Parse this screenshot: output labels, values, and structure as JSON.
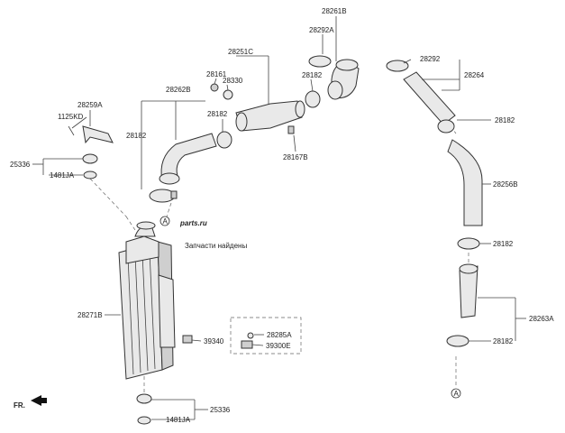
{
  "labels": {
    "p28261B": "28261B",
    "p28292A": "28292A",
    "p28251C": "28251C",
    "p28161": "28161",
    "p28330": "28330",
    "p28182_top": "28182",
    "p28292": "28292",
    "p28264": "28264",
    "p28262B": "28262B",
    "p28259A": "28259A",
    "p1125KD": "1125KD",
    "p28182_mid": "28182",
    "p28182_left": "28182",
    "p28182_right1": "28182",
    "p28167B": "28167B",
    "p25336_top": "25336",
    "p1481JA_top": "1481JA",
    "p28256B": "28256B",
    "p28182_right2": "28182",
    "p28271B": "28271B",
    "p28263A": "28263A",
    "p28182_right3": "28182",
    "p28285A": "28285A",
    "p39340": "39340",
    "p39300E": "39300E",
    "p25336_bot": "25336",
    "p1481JA_bot": "1481JA",
    "ref_a1": "A",
    "ref_a2": "A"
  },
  "front_indicator": "FR.",
  "watermark": {
    "line1": "parts.ru",
    "line2": "Запчасти найдены"
  }
}
